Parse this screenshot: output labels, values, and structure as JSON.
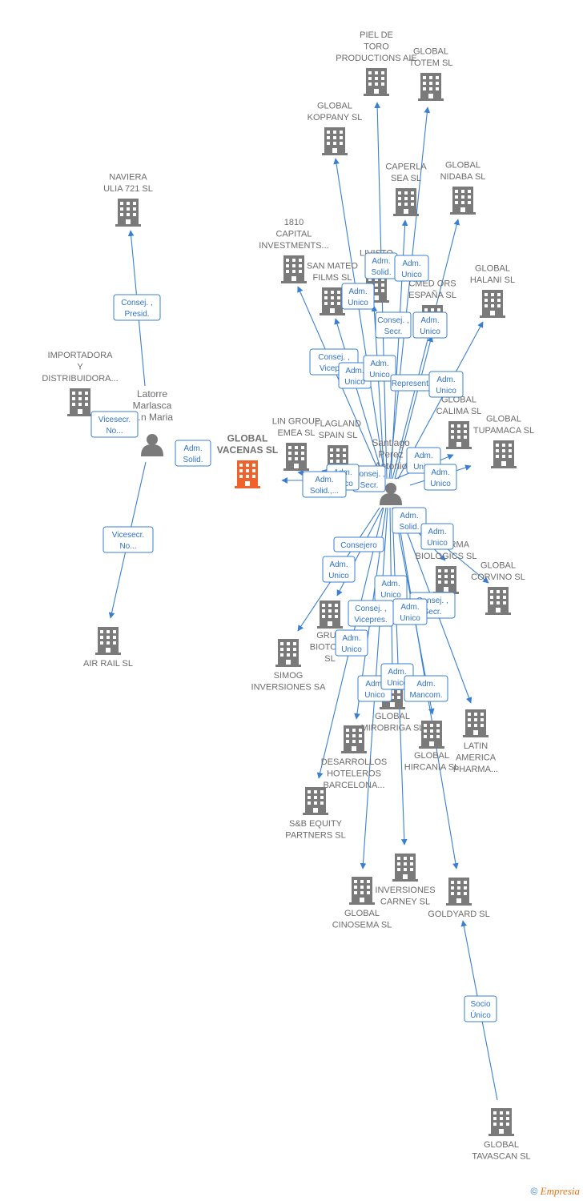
{
  "colors": {
    "edge": "#3a7fd1",
    "building": "#7a7a7a",
    "building_main": "#f0622c",
    "person": "#7a7a7a",
    "label": "#6b6b6b"
  },
  "footer": {
    "copyright": "©",
    "brand": "Empresia"
  },
  "persons": [
    {
      "id": "latorre",
      "lines": [
        "Latorre",
        "Marlasca",
        "…n Maria"
      ]
    },
    {
      "id": "santiago",
      "lines": [
        "Santiago",
        "Perez",
        "Antonio"
      ]
    }
  ],
  "companies": [
    {
      "id": "piel",
      "lines": [
        "PIEL DE",
        "TORO",
        "PRODUCTIONS AIE"
      ]
    },
    {
      "id": "totem",
      "lines": [
        "GLOBAL",
        "TOTEM  SL"
      ]
    },
    {
      "id": "koppany",
      "lines": [
        "GLOBAL",
        "KOPPANY  SL"
      ]
    },
    {
      "id": "naviera",
      "lines": [
        "NAVIERA",
        "ULIA 721  SL"
      ]
    },
    {
      "id": "caperla",
      "lines": [
        "CAPERLA",
        "SEA SL"
      ]
    },
    {
      "id": "nidaba",
      "lines": [
        "GLOBAL",
        "NIDABA  SL"
      ]
    },
    {
      "id": "capital1810",
      "lines": [
        "1810",
        "CAPITAL",
        "INVESTMENTS..."
      ]
    },
    {
      "id": "livisto",
      "lines": [
        "LIVISTO",
        "INT..."
      ]
    },
    {
      "id": "sanmateo",
      "lines": [
        "SAN MATEO",
        "FILMS SL"
      ]
    },
    {
      "id": "cmed",
      "lines": [
        "CMED ORS",
        "ESPAÑA  SL"
      ]
    },
    {
      "id": "halani",
      "lines": [
        "GLOBAL",
        "HALANI  SL"
      ]
    },
    {
      "id": "importadora",
      "lines": [
        "IMPORTADORA",
        "Y",
        "DISTRIBUIDORA..."
      ]
    },
    {
      "id": "calima",
      "lines": [
        "GLOBAL",
        "CALIMA SL"
      ]
    },
    {
      "id": "tupamaca",
      "lines": [
        "GLOBAL",
        "TUPAMACA SL"
      ]
    },
    {
      "id": "vacenas",
      "lines": [
        "GLOBAL",
        "VACENAS  SL"
      ]
    },
    {
      "id": "lingroup",
      "lines": [
        "LIN GROUP",
        "EMEA  SL"
      ]
    },
    {
      "id": "flagland",
      "lines": [
        "FLAGLAND",
        "SPAIN SL"
      ]
    },
    {
      "id": "muparma",
      "lines": [
        "MU...ARMA",
        "BIOLOGICS  SL"
      ]
    },
    {
      "id": "corvino",
      "lines": [
        "GLOBAL",
        "CORVINO SL"
      ]
    },
    {
      "id": "grupo",
      "lines": [
        "GRU...",
        "BIOTOS...",
        "SL"
      ]
    },
    {
      "id": "airrail",
      "lines": [
        "AIR RAIL SL"
      ]
    },
    {
      "id": "simog",
      "lines": [
        "SIMOG",
        "INVERSIONES SA"
      ]
    },
    {
      "id": "mirobriga",
      "lines": [
        "GLOBAL",
        "MIROBRIGA SL"
      ]
    },
    {
      "id": "hircania",
      "lines": [
        "GLOBAL",
        "HIRCANIA  SL"
      ]
    },
    {
      "id": "latin",
      "lines": [
        "LATIN",
        "AMERICA",
        "PHARMA..."
      ]
    },
    {
      "id": "desarrollos",
      "lines": [
        "DESARROLLOS",
        "HOTELEROS",
        "BARCELONA..."
      ]
    },
    {
      "id": "sbequity",
      "lines": [
        "S&B EQUITY",
        "PARTNERS  SL"
      ]
    },
    {
      "id": "carney",
      "lines": [
        "INVERSIONES",
        "CARNEY SL"
      ]
    },
    {
      "id": "cinosema",
      "lines": [
        "GLOBAL",
        "CINOSEMA SL"
      ]
    },
    {
      "id": "goldyard",
      "lines": [
        "GOLDYARD SL"
      ]
    },
    {
      "id": "tavascan",
      "lines": [
        "GLOBAL",
        "TAVASCAN  SL"
      ]
    }
  ],
  "relations": [
    {
      "id": "r1",
      "lines": [
        "Consej. ,",
        "Presid."
      ]
    },
    {
      "id": "r2",
      "lines": [
        "Vicesecr.",
        "No..."
      ]
    },
    {
      "id": "r3",
      "lines": [
        "Adm.",
        "Solid."
      ]
    },
    {
      "id": "r4",
      "lines": [
        "Vicesecr.",
        "No..."
      ]
    },
    {
      "id": "r5",
      "lines": [
        "Adm.",
        "Solid."
      ]
    },
    {
      "id": "r6",
      "lines": [
        "Adm.",
        "Unico"
      ]
    },
    {
      "id": "r7",
      "lines": [
        "Adm.",
        "Unico"
      ]
    },
    {
      "id": "r8",
      "lines": [
        "Consej. ,",
        "Secr."
      ]
    },
    {
      "id": "r9",
      "lines": [
        "Adm.",
        "Unico"
      ]
    },
    {
      "id": "r10",
      "lines": [
        "Consej. ,",
        "Vicepr..."
      ]
    },
    {
      "id": "r11",
      "lines": [
        "Adm.",
        "Unico"
      ]
    },
    {
      "id": "r12",
      "lines": [
        "Adm.",
        "Unico"
      ]
    },
    {
      "id": "r13",
      "lines": [
        "Represent..."
      ]
    },
    {
      "id": "r14",
      "lines": [
        "Adm.",
        "Unico"
      ]
    },
    {
      "id": "r15",
      "lines": [
        "Adm.",
        "Unico"
      ]
    },
    {
      "id": "r16",
      "lines": [
        "Adm.",
        "Unico"
      ]
    },
    {
      "id": "r17",
      "lines": [
        "Consej. ,",
        "Secr."
      ]
    },
    {
      "id": "r18",
      "lines": [
        "Adm.",
        "Unico"
      ]
    },
    {
      "id": "r19",
      "lines": [
        "Adm.",
        "Solid.,..."
      ]
    },
    {
      "id": "r20",
      "lines": [
        "Adm.",
        "Solid."
      ]
    },
    {
      "id": "r21",
      "lines": [
        "Adm.",
        "Unico"
      ]
    },
    {
      "id": "r22",
      "lines": [
        "Consejero"
      ]
    },
    {
      "id": "r23",
      "lines": [
        "Adm.",
        "Unico"
      ]
    },
    {
      "id": "r24",
      "lines": [
        "Adm.",
        "Unico"
      ]
    },
    {
      "id": "r25",
      "lines": [
        "Consej. ,",
        "Secr."
      ]
    },
    {
      "id": "r26",
      "lines": [
        "Consej. ,",
        "Vicepres."
      ]
    },
    {
      "id": "r27",
      "lines": [
        "Adm.",
        "Unico"
      ]
    },
    {
      "id": "r28",
      "lines": [
        "Adm.",
        "Unico"
      ]
    },
    {
      "id": "r29",
      "lines": [
        "Adm.",
        "Unico"
      ]
    },
    {
      "id": "r30",
      "lines": [
        "Adm.",
        "Unico"
      ]
    },
    {
      "id": "r31",
      "lines": [
        "Adm.",
        "Mancom."
      ]
    },
    {
      "id": "r32",
      "lines": [
        "Socio",
        "Único"
      ]
    }
  ]
}
